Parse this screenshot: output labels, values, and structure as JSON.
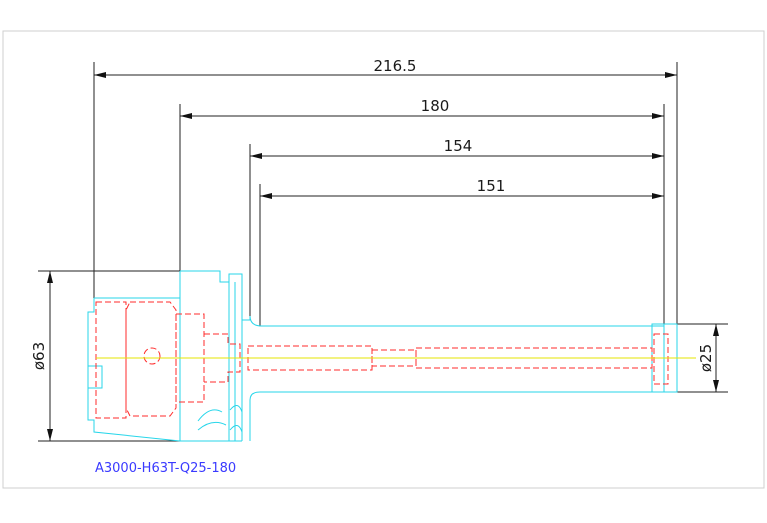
{
  "dimensions": {
    "overall_length": "216.5",
    "gauge_length": "180",
    "flange_to_end": "154",
    "body_length": "151",
    "flange_diameter": "ø63",
    "shank_diameter": "ø25"
  },
  "part_number": "A3000-H63T-Q25-180",
  "colors": {
    "dimension_lines": "#222222",
    "outline": "#27d6ea",
    "hidden_lines": "#ff2b2b",
    "centerline": "#e6e600",
    "label": "#3a3aff"
  }
}
